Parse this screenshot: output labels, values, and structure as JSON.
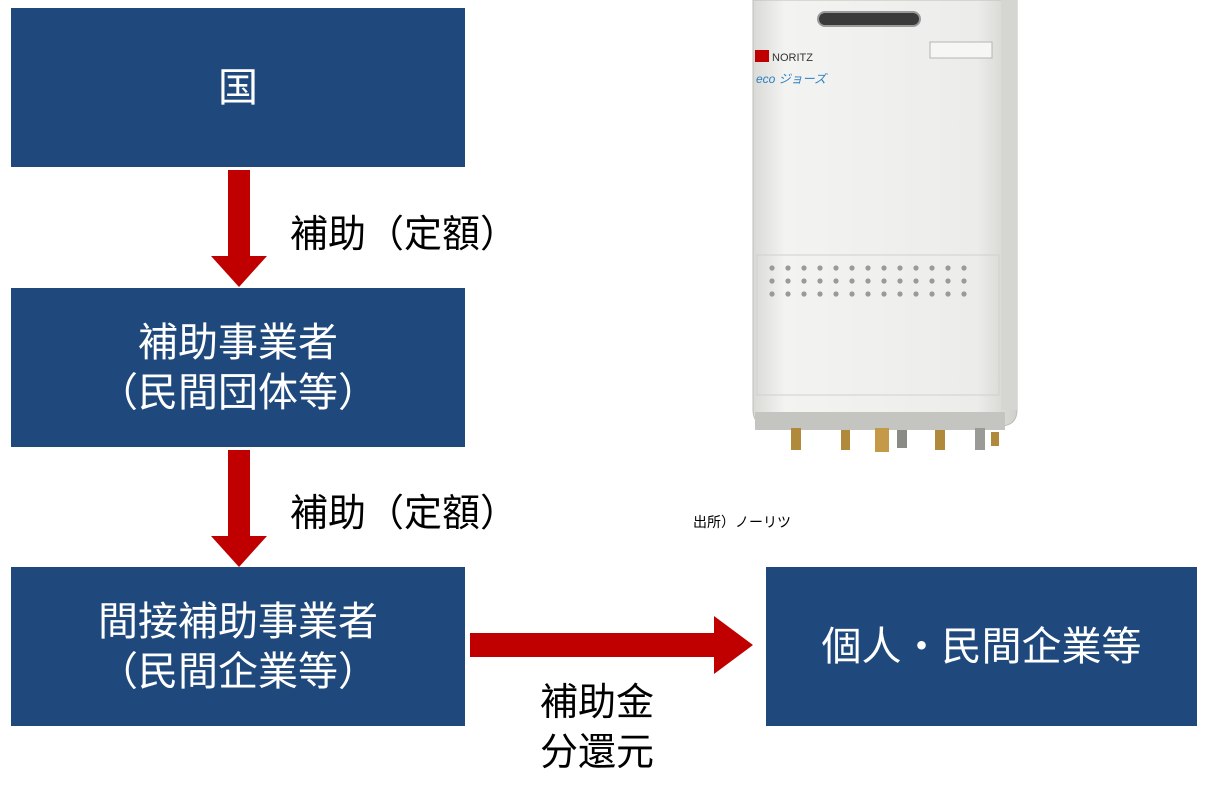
{
  "diagram": {
    "nodes": {
      "national": "国",
      "subsidy_operator": [
        "補助事業者",
        "（民間団体等）"
      ],
      "indirect_operator": [
        "間接補助事業者",
        "（民間企業等）"
      ],
      "recipients": "個人・民間企業等"
    },
    "edges": {
      "national_to_operator": "補助（定額）",
      "operator_to_indirect": "補助（定額）",
      "indirect_to_recipients": [
        "補助金",
        "分還元"
      ]
    }
  },
  "product_image": {
    "brand": "NORITZ",
    "series_logo": "eco ジョーズ",
    "caption": "出所）ノーリツ"
  },
  "colors": {
    "box_fill": "#1f497d",
    "box_text": "#ffffff",
    "arrow": "#c00000"
  }
}
